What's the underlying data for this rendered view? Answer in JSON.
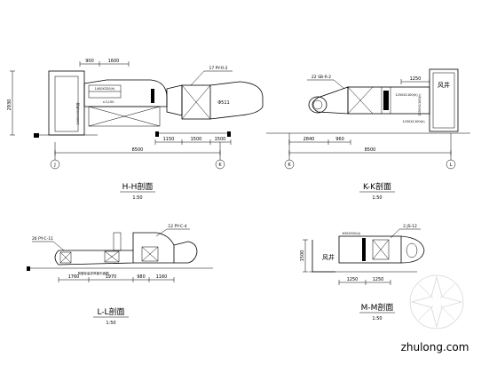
{
  "sections": {
    "hh": {
      "title": "H-H剖面",
      "scale": "1:50",
      "dims_top": [
        "900",
        "1600"
      ],
      "tag": "17 PY-R-2",
      "dims_bottom": [
        "1150",
        "1500",
        "1500"
      ],
      "total": "8500",
      "elev": "2930",
      "axis_left": "J",
      "axis_right": "K",
      "vert_note": "1000X400风管",
      "fan_label": "Φ511",
      "note1": "1400X320(h)",
      "note2": "±3,150"
    },
    "kk": {
      "title": "K-K剖面",
      "scale": "1:50",
      "tag": "22 SB-R-2",
      "dims_top": [
        "1250"
      ],
      "shaft": "风井",
      "dims_bottom": [
        "2840",
        "960"
      ],
      "total": "8500",
      "axis_left": "K",
      "axis_right": "L",
      "note1": "1250X1100(h)",
      "note2": "1250X1100(h)"
    },
    "ll": {
      "title": "L-L剖面",
      "scale": "1:50",
      "tag_left": "26 PY-C-11",
      "tag_right": "12 PY-C-4",
      "dims_bottom": [
        "1760",
        "1970",
        "980",
        "1160"
      ],
      "note": "风管标高详风管平面图"
    },
    "mm": {
      "title": "M-M剖面",
      "scale": "1:50",
      "tag": "2 JS-12",
      "shaft": "风井",
      "dims_bottom": [
        "1250",
        "1250"
      ],
      "elev": "1500",
      "note": "630X320(h)"
    }
  },
  "watermark": {
    "brand": "zhulong.com"
  }
}
